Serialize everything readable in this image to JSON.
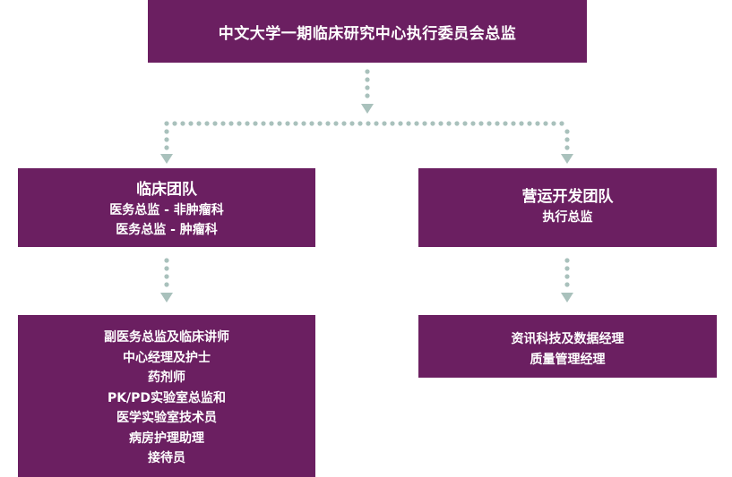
{
  "colors": {
    "box_fill": "#6b1f61",
    "text": "#ffffff",
    "connector": "#a9c1bc"
  },
  "root": {
    "title": "中文大学一期临床研究中心执行委员会总监"
  },
  "clinical_team": {
    "title": "临床团队",
    "lines": [
      "医务总监 - 非肿瘤科",
      "医务总监 - 肿瘤科"
    ]
  },
  "operations_team": {
    "title": "营运开发团队",
    "lines": [
      "执行总监"
    ]
  },
  "clinical_staff": {
    "lines": [
      "副医务总监及临床讲师",
      "中心经理及护士",
      "药剂师",
      "PK/PD实验室总监和",
      "医学实验室技术员",
      "病房护理助理",
      "接待员"
    ]
  },
  "operations_staff": {
    "lines": [
      "资讯科技及数据经理",
      "质量管理经理"
    ]
  }
}
